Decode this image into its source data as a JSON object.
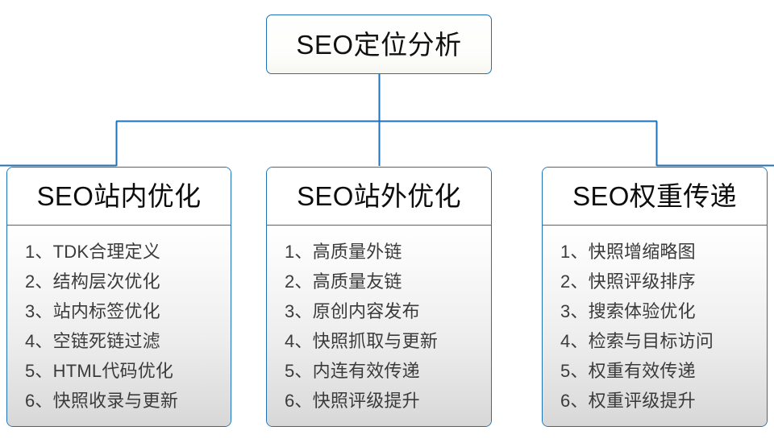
{
  "diagram": {
    "type": "tree-hierarchy",
    "root": {
      "label": "SEO定位分析"
    },
    "colors": {
      "border_blue": "#1c71b9",
      "title_text": "#111111",
      "item_text": "#3b3b3b",
      "body_gradient_top": "#ffffff",
      "body_gradient_bottom": "#d7d7d7",
      "page_background": "#ffffff"
    },
    "branches": [
      {
        "title": "SEO站内优化",
        "items": [
          "1、TDK合理定义",
          "2、结构层次优化",
          "3、站内标签优化",
          "4、空链死链过滤",
          "5、HTML代码优化",
          "6、快照收录与更新"
        ]
      },
      {
        "title": "SEO站外优化",
        "items": [
          "1、高质量外链",
          "2、高质量友链",
          "3、原创内容发布",
          "4、快照抓取与更新",
          "5、内连有效传递",
          "6、快照评级提升"
        ]
      },
      {
        "title": "SEO权重传递",
        "items": [
          "1、快照增缩略图",
          "2、快照评级排序",
          "3、搜索体验优化",
          "4、检索与目标访问",
          "5、权重有效传递",
          "6、权重评级提升"
        ]
      }
    ]
  }
}
